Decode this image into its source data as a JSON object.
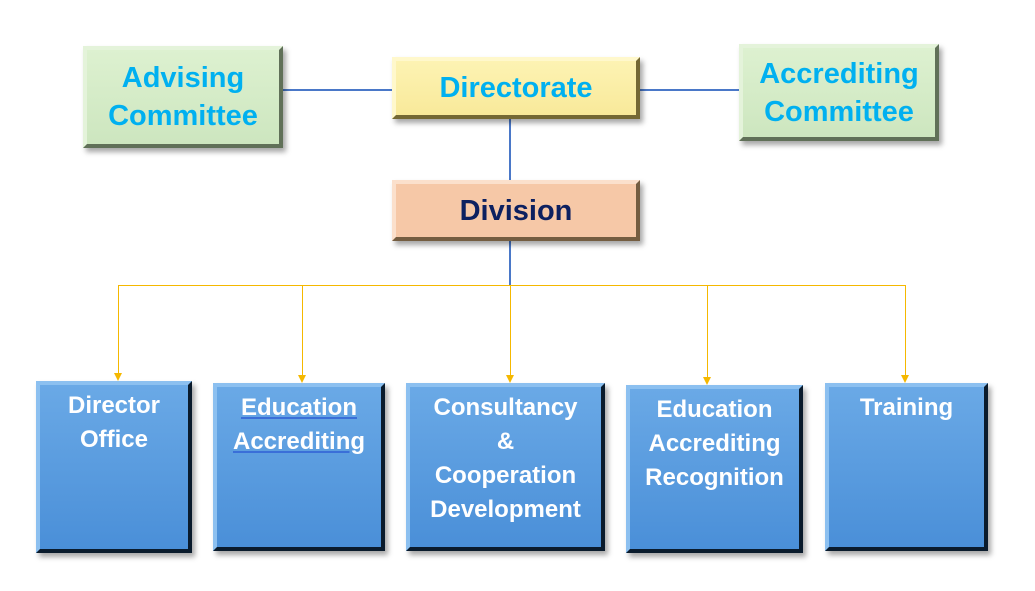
{
  "advising": [
    "Advising",
    "Committee"
  ],
  "directorate": "Directorate",
  "accrediting": [
    "Accrediting",
    "Committee"
  ],
  "division": "Division",
  "units": [
    {
      "lines": [
        "Director",
        "Office"
      ]
    },
    {
      "lines": [
        "Education",
        "Accrediting"
      ]
    },
    {
      "lines": [
        "Consultancy",
        "&",
        "Cooperation",
        "Development"
      ]
    },
    {
      "lines": [
        "Education",
        "Accrediting",
        "Recognition"
      ]
    },
    {
      "lines": [
        "Training"
      ]
    }
  ],
  "colors": {
    "connector_top": "#4472c4",
    "connector_bottom": "#f5b800"
  }
}
